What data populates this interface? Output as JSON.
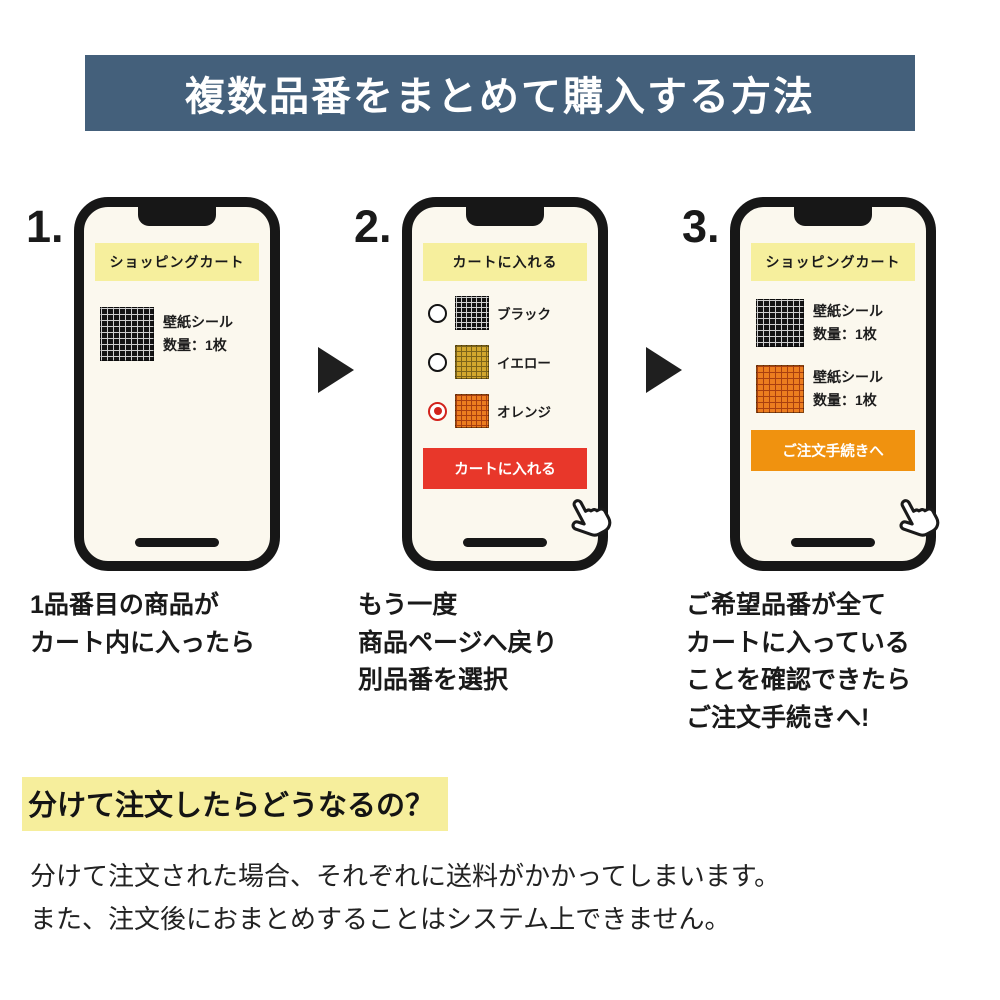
{
  "header": {
    "title": "複数品番をまとめて購入する方法"
  },
  "steps": [
    {
      "number": "1.",
      "phone": {
        "banner": "ショッピングカート",
        "items": [
          {
            "swatch": "black",
            "name": "壁紙シール",
            "qty": "数量：1枚"
          }
        ]
      },
      "caption": "1品番目の商品が\nカート内に入ったら"
    },
    {
      "number": "2.",
      "phone": {
        "banner": "カートに入れる",
        "options": [
          {
            "swatch": "black",
            "label": "ブラック",
            "selected": false
          },
          {
            "swatch": "yellow",
            "label": "イエロー",
            "selected": false
          },
          {
            "swatch": "orange",
            "label": "オレンジ",
            "selected": true
          }
        ],
        "button": {
          "label": "カートに入れる"
        }
      },
      "caption": "もう一度\n商品ページへ戻り\n別品番を選択"
    },
    {
      "number": "3.",
      "phone": {
        "banner": "ショッピングカート",
        "items": [
          {
            "swatch": "black",
            "name": "壁紙シール",
            "qty": "数量：1枚"
          },
          {
            "swatch": "orange",
            "name": "壁紙シール",
            "qty": "数量：1枚"
          }
        ],
        "button": {
          "label": "ご注文手続きへ"
        }
      },
      "caption": "ご希望品番が全て\nカートに入っている\nことを確認できたら\nご注文手続きへ!"
    }
  ],
  "footer": {
    "heading": "分けて注文したらどうなるの？",
    "body": "分けて注文された場合、それぞれに送料がかかってしまいます。\nまた、注文後におまとめすることはシステム上できません。"
  },
  "colors": {
    "header_bg": "#44607b",
    "banner_yellow": "#f6ef9d",
    "screen_bg": "#fbf8ee",
    "highlight_yellow": "#f6ee9c",
    "red_button": "#e8372a",
    "orange_button": "#f0920f",
    "radio_selected": "#d2231c",
    "swatch_black": "#141414",
    "swatch_yellow": "#d2a72e",
    "swatch_orange": "#ec7d1f"
  }
}
